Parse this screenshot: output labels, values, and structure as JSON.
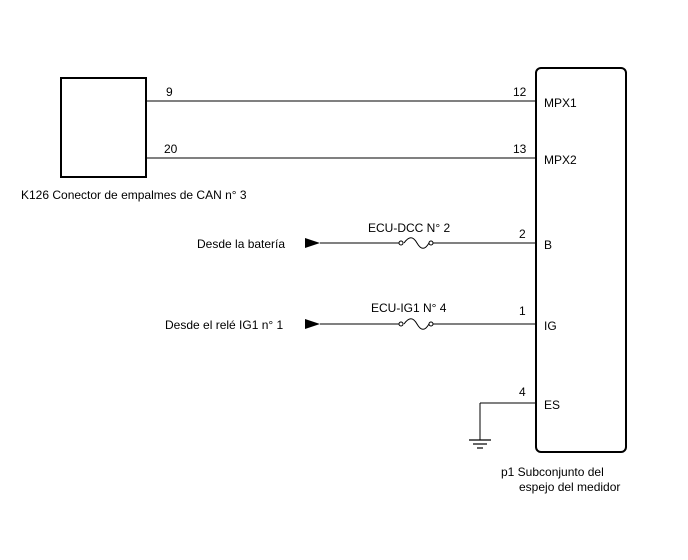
{
  "left_connector": {
    "caption": "K126 Conector de empalmes de CAN n° 3",
    "pin_top": "9",
    "pin_bottom": "20"
  },
  "meter": {
    "caption_line1": "p1 Subconjunto del",
    "caption_line2": "espejo del medidor",
    "pins": [
      {
        "number": "12",
        "name": "MPX1"
      },
      {
        "number": "13",
        "name": "MPX2"
      },
      {
        "number": "2",
        "name": "B"
      },
      {
        "number": "1",
        "name": "IG"
      },
      {
        "number": "4",
        "name": "ES"
      }
    ]
  },
  "sources": {
    "battery": "Desde la batería",
    "ig1_relay": "Desde el relé IG1 n° 1"
  },
  "fuses": {
    "ecu_dcc": "ECU-DCC N° 2",
    "ecu_ig1": "ECU-IG1 N° 4"
  }
}
